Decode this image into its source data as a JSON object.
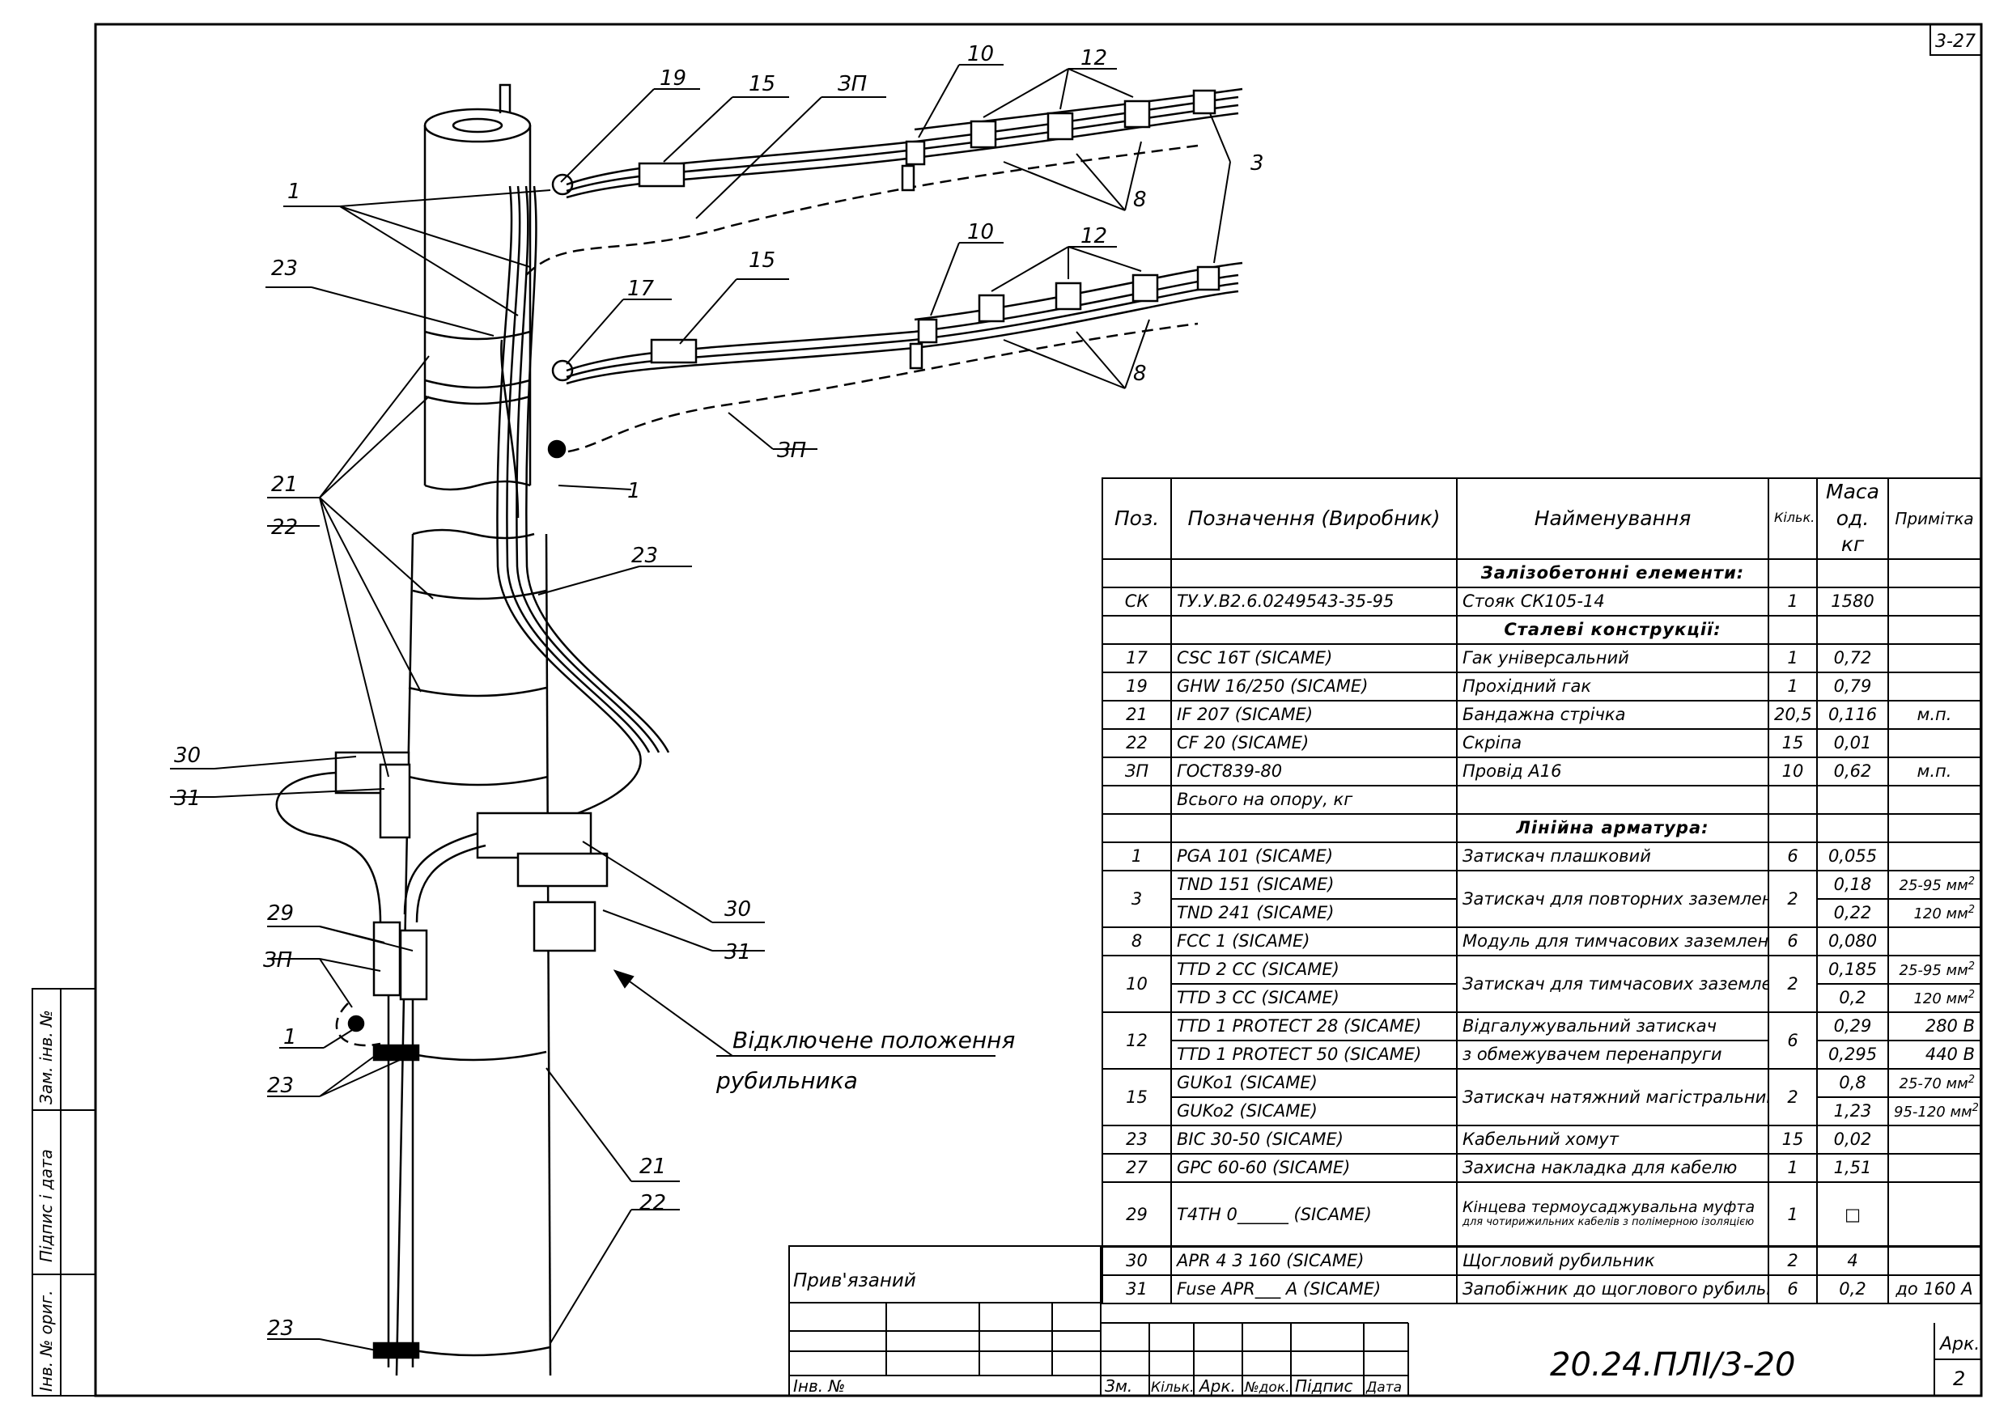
{
  "sheet_code": "3-27",
  "table": {
    "headers": {
      "pos": "Поз.",
      "designation": "Позначення (Виробник)",
      "name": "Найменування",
      "qty": "Кільк.",
      "mass": "Маса од. кг",
      "note": "Примітка"
    },
    "rows": [
      {
        "type": "section",
        "name": "Залізобетонні елементи:"
      },
      {
        "pos": "СК",
        "designation": "ТУ.У.В2.6.0249543-35-95",
        "name": "Стояк СК105-14",
        "qty": "1",
        "mass": "1580",
        "note": ""
      },
      {
        "type": "section",
        "name": "Сталеві конструкції:"
      },
      {
        "pos": "17",
        "designation": "CSC 16T  (SICAME)",
        "name": "Гак універсальний",
        "qty": "1",
        "mass": "0,72",
        "note": ""
      },
      {
        "pos": "19",
        "designation": "GHW 16/250  (SICAME)",
        "name": "Прохідний гак",
        "qty": "1",
        "mass": "0,79",
        "note": ""
      },
      {
        "pos": "21",
        "designation": "IF 207  (SICAME)",
        "name": "Бандажна стрічка",
        "qty": "20,5",
        "mass": "0,116",
        "note": "м.п."
      },
      {
        "pos": "22",
        "designation": "CF 20  (SICAME)",
        "name": "Скріпа",
        "qty": "15",
        "mass": "0,01",
        "note": ""
      },
      {
        "pos": "ЗП",
        "designation": "ГОСТ839-80",
        "name": "Провід А16",
        "qty": "10",
        "mass": "0,62",
        "note": "м.п."
      },
      {
        "pos": "",
        "designation": "Всього на опору, кг",
        "name": "",
        "qty": "",
        "mass": "",
        "note": ""
      },
      {
        "type": "section",
        "name": "Лінійна арматура:"
      },
      {
        "pos": "1",
        "designation": "PGA 101  (SICAME)",
        "name": "Затискач плашковий",
        "qty": "6",
        "mass": "0,055",
        "note": ""
      }
    ],
    "row3": {
      "pos": "3",
      "d1": "TND 151  (SICAME)",
      "d2": "TND 241  (SICAME)",
      "name": "Затискач для повторних заземлень",
      "qty": "2",
      "m1": "0,18",
      "m2": "0,22",
      "n1": "25-95 мм",
      "n2": "120 мм",
      "sup": "2"
    },
    "row8": {
      "pos": "8",
      "designation": "FCC 1  (SICAME)",
      "name": "Модуль для тимчасових заземлень",
      "qty": "6",
      "mass": "0,080"
    },
    "row10": {
      "pos": "10",
      "d1": "TTD 2 CC  (SICAME)",
      "d2": "TTD 3 CC  (SICAME)",
      "name": "Затискач для тимчасових заземлень",
      "qty": "2",
      "m1": "0,185",
      "m2": "0,2",
      "n1": "25-95 мм",
      "n2": "120 мм"
    },
    "row12": {
      "pos": "12",
      "d1": "TTD 1 PROTECT 28  (SICAME)",
      "d2": "TTD 1 PROTECT 50  (SICAME)",
      "name1": "Відгалужувальний затискач",
      "name2": "з обмежувачем перенапруги",
      "qty": "6",
      "m1": "0,29",
      "m2": "0,295",
      "n1": "280 В",
      "n2": "440 В"
    },
    "row15": {
      "pos": "15",
      "d1": "GUKo1  (SICAME)",
      "d2": "GUKo2  (SICAME)",
      "name": "Затискач натяжний магістральний",
      "qty": "2",
      "m1": "0,8",
      "m2": "1,23",
      "n1": "25-70 мм",
      "n2": "95-120 мм"
    },
    "row23": {
      "pos": "23",
      "designation": "BIC 30-50  (SICAME)",
      "name": "Кабельний хомут",
      "qty": "15",
      "mass": "0,02"
    },
    "row27": {
      "pos": "27",
      "designation": "GPC 60-60  (SICAME)",
      "name": "Захисна накладка для кабелю",
      "qty": "1",
      "mass": "1,51"
    },
    "row29": {
      "pos": "29",
      "designation": "T4TH 0______  (SICAME)",
      "name1": "Кінцева термоусаджувальна муфта",
      "name2": "для чотирижильних кабелів з полімерною ізоляцією",
      "qty": "1",
      "mass": "□"
    },
    "row30": {
      "pos": "30",
      "designation": "APR 4  3 160  (SICAME)",
      "name": "Щогловий рубильник",
      "qty": "2",
      "mass": "4"
    },
    "row31": {
      "pos": "31",
      "designation": "Fuse APR___ A  (SICAME)",
      "name": "Запобіжник до щоглового рубильника",
      "qty": "6",
      "mass": "0,2",
      "note": "до 160 А"
    }
  },
  "title_block": {
    "bound": "Прив'язаний",
    "inv_no": "Інв. №",
    "col_change": "Зм.",
    "col_qty": "Кільк.",
    "col_sheet": "Арк.",
    "col_doc": "№док.",
    "col_sign": "Підпис",
    "col_date": "Дата",
    "doc_number": "20.24.ПЛІ/3-20",
    "sheet_label": "Арк.",
    "sheet_number": "2"
  },
  "side_strip": {
    "replace_inv": "Зам. інв. №",
    "sign_date": "Підпис і дата",
    "orig_inv": "Інв. № ориг."
  },
  "callouts": {
    "c1": "1",
    "c3": "3",
    "c8": "8",
    "c10": "10",
    "c12": "12",
    "c15": "15",
    "c17": "17",
    "c19": "19",
    "c21": "21",
    "c22": "22",
    "c23": "23",
    "c29": "29",
    "c30": "30",
    "c31": "31",
    "zp": "ЗП"
  },
  "note_text": {
    "line1": "Відключене положення",
    "line2": "рубильника"
  }
}
